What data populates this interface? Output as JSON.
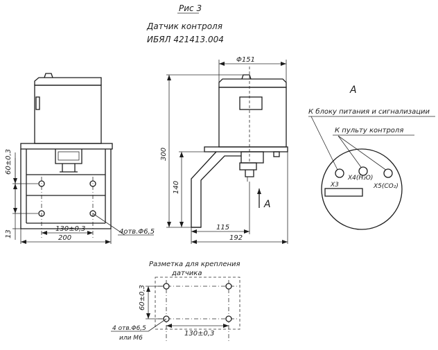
{
  "title": {
    "figure": "Рис 3",
    "name": "Датчик контроля",
    "code": "ИБЯЛ 421413.004"
  },
  "front_view": {
    "dims": {
      "height_60": "60±0,3",
      "height_13": "13",
      "width_130": "130±0,3",
      "width_200": "200",
      "holes": "4отв.Φ6,5"
    }
  },
  "side_view": {
    "dims": {
      "diameter": "Φ151",
      "height_300": "300",
      "height_140": "140",
      "width_115": "115",
      "width_192": "192"
    },
    "view_arrow": "А"
  },
  "view_a": {
    "title": "А",
    "label_power": "К блоку питания и сигнализации",
    "label_remote": "К пульту контроля",
    "x3": "X3",
    "x4": "X4(Н₂О)",
    "x5": "X5(СО₂)"
  },
  "mounting": {
    "title_line1": "Разметка для крепления",
    "title_line2": "датчика",
    "height": "60±0,3",
    "width": "130±0,3",
    "holes_line1": "4 отв.Φ6,5",
    "holes_line2": "или М6"
  }
}
